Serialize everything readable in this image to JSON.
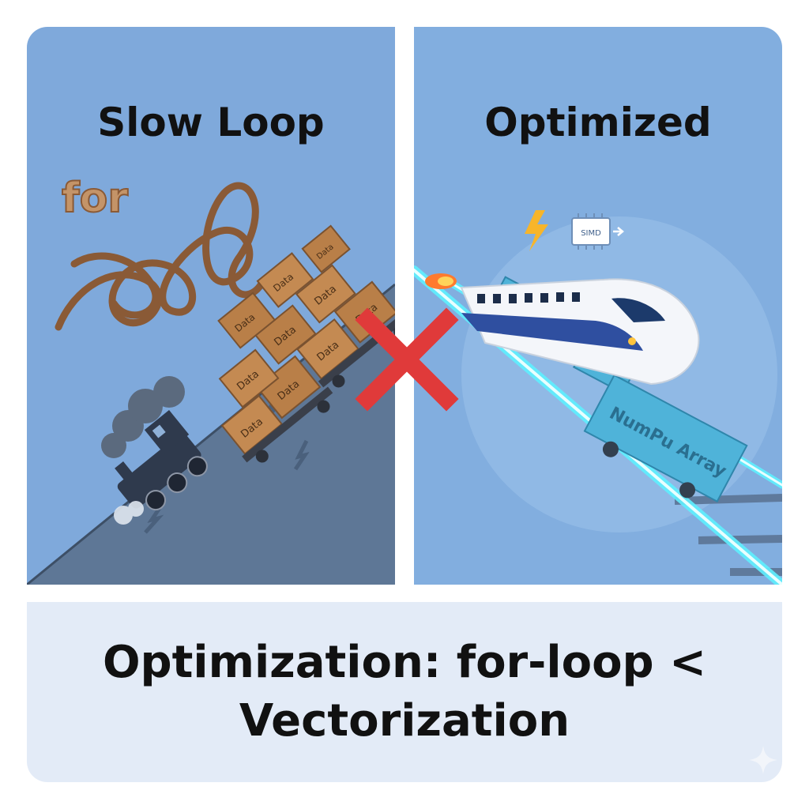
{
  "left_panel": {
    "title": "Slow Loop",
    "keyword": "for",
    "box_labels": [
      "Data",
      "Data",
      "Data",
      "Data",
      "Data",
      "Data",
      "Data",
      "Data",
      "Data",
      "Data"
    ]
  },
  "right_panel": {
    "title": "Optimized",
    "chip_label": "SIMD",
    "car_label": "NumPu Array"
  },
  "caption": {
    "line1": "Optimization: for-loop <",
    "line2": "Vectorization"
  },
  "colors": {
    "left_bg": "#7fa9db",
    "right_bg": "#82aedf",
    "slope": "#5e7796",
    "cross": "#e03a3a",
    "beam": "#5ff0ff",
    "box": "#c48a52",
    "rope": "#8a5a36"
  },
  "icons": [
    "rope-loop-icon",
    "steam-locomotive-icon",
    "lightning-icon",
    "simd-chip-icon",
    "bullet-train-icon",
    "red-cross-icon",
    "sparkle-icon"
  ]
}
